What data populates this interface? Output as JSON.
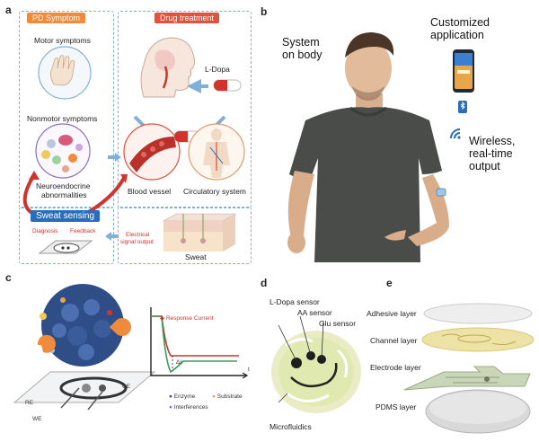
{
  "panel_a": {
    "letter": "a",
    "pd_symptom_title": "PD Symptom",
    "drug_treatment_title": "Drug treatment",
    "motor": "Motor symptoms",
    "nonmotor": "Nonmotor symptoms",
    "neuro_line1": "Neuroendocrine",
    "neuro_line2": "abnormalities",
    "ldopa": "L-Dopa",
    "blood_vessel": "Blood vessel",
    "circulatory": "Circulatory system",
    "sweat_sensing": "Sweat sensing",
    "diagnosis": "Diagnosis",
    "feedback": "Feedback",
    "electrical_line1": "Electrical",
    "electrical_line2": "signal output",
    "sweat": "Sweat"
  },
  "panel_b": {
    "letter": "b",
    "system_line1": "System",
    "system_line2": "on body",
    "custom_line1": "Customized",
    "custom_line2": "application",
    "wireless_line1": "Wireless,",
    "wireless_line2": "real-time",
    "wireless_line3": "output"
  },
  "panel_c": {
    "letter": "c",
    "response_current": "Response Current",
    "delta_i": "ΔI",
    "t_axis": "t",
    "ce": "CE",
    "re": "RE",
    "we": "WE",
    "legend_enzyme": "Enzyme",
    "legend_substrate": "Substrate",
    "legend_interferences": "Interferences"
  },
  "panel_d": {
    "letter": "d",
    "ldopa_sensor": "L-Dopa sensor",
    "aa_sensor": "AA sensor",
    "glu_sensor": "Glu sensor",
    "microfluidics": "Microfluidics"
  },
  "panel_e": {
    "letter": "e",
    "adhesive": "Adhesive layer",
    "channel": "Channel layer",
    "electrode": "Electrode layer",
    "pdms": "PDMS layer"
  },
  "colors": {
    "accent_orange": "#f08a3c",
    "accent_red": "#d0342c",
    "accent_blue": "#2a6ebb",
    "dash_blue": "#7fb0d8"
  }
}
